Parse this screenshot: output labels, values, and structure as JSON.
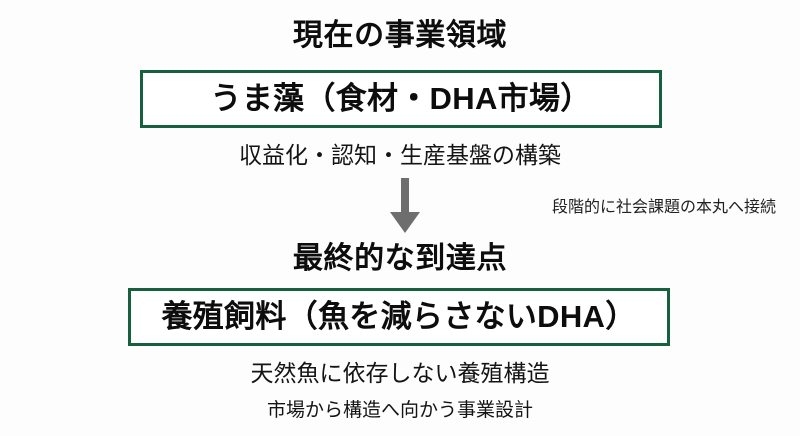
{
  "theme": {
    "background": "#fdfdfd",
    "box_border": "#16603d",
    "text": "#0d0d0d",
    "arrow": "#6e6e6e",
    "note_text": "#222222"
  },
  "current_stage": {
    "heading": "現在の事業領域",
    "box_label": "うま藻（食材・DHA市場）",
    "caption": "収益化・認知・生産基盤の構築"
  },
  "transition": {
    "arrow_name": "down-arrow-icon",
    "note": "段階的に社会課題の本丸へ接続"
  },
  "goal_stage": {
    "heading": "最終的な到達点",
    "box_label": "養殖飼料（魚を減らさないDHA）",
    "caption_primary": "天然魚に依存しない養殖構造",
    "caption_secondary": "市場から構造へ向かう事業設計"
  }
}
